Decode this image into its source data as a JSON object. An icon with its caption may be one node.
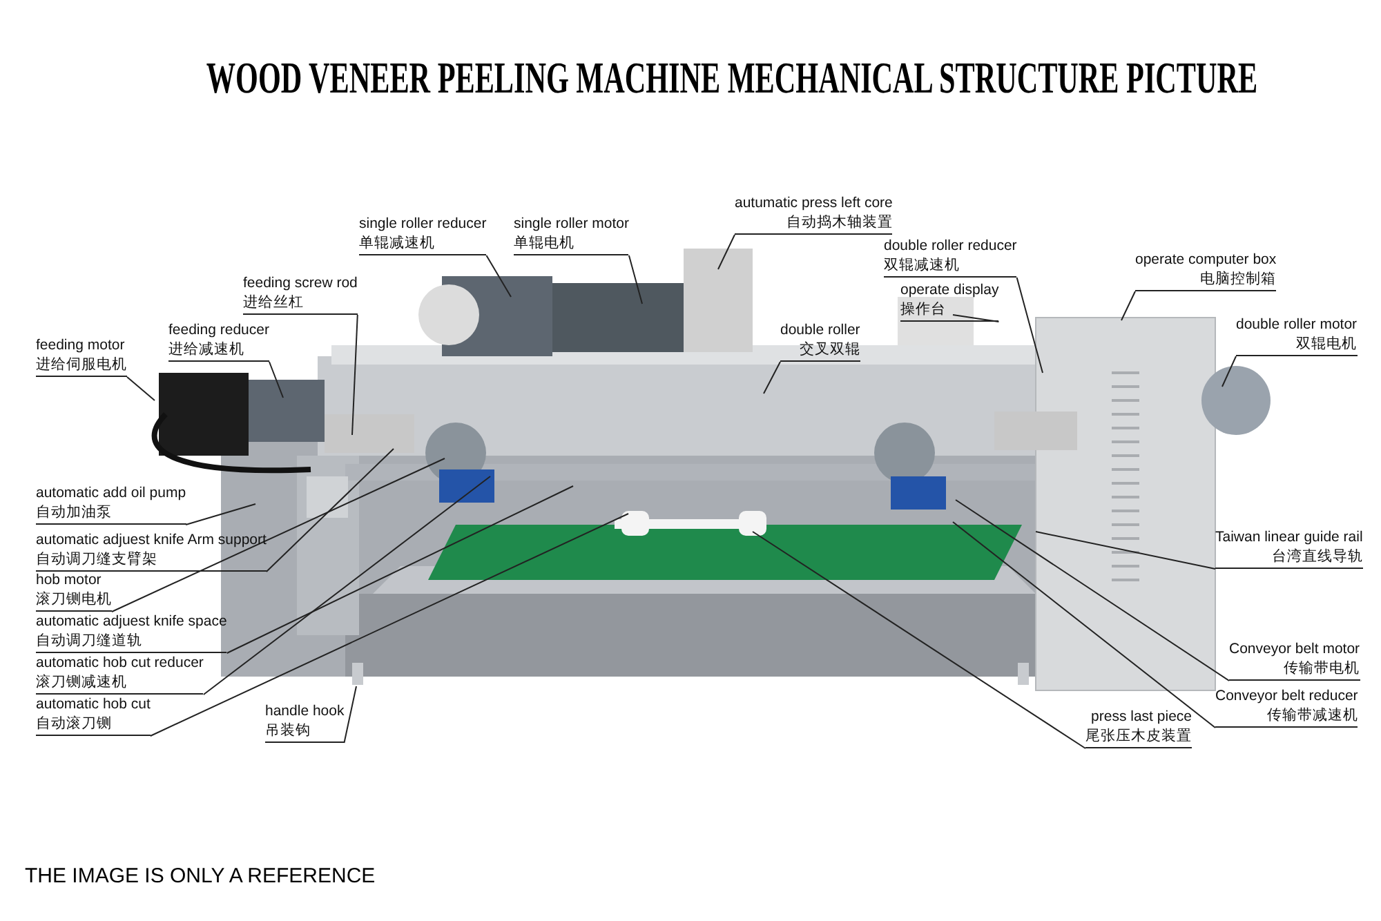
{
  "diagram": {
    "title": "WOOD VENEER PEELING MACHINE MECHANICAL STRUCTURE PICTURE",
    "nodes": [
      {
        "text": [
          "autumatic press left core",
          "自动捣木轴装置"
        ]
      },
      {
        "text": [
          "single roller reducer",
          "单辊减速机"
        ]
      },
      {
        "text": [
          "single roller motor",
          "单辊电机"
        ]
      },
      {
        "text": [
          "double roller reducer",
          "双辊减速机"
        ]
      },
      {
        "text": [
          "operate computer box",
          "电脑控制箱"
        ]
      },
      {
        "text": [
          "feeding screw rod",
          "进给丝杠"
        ]
      },
      {
        "text": [
          "operate display",
          "操作台"
        ]
      },
      {
        "text": [
          "double roller",
          "交叉双辊"
        ]
      },
      {
        "text": [
          "double roller motor",
          "双辊电机"
        ]
      },
      {
        "text": [
          "feeding motor",
          "进给伺服电机"
        ]
      },
      {
        "text": [
          "feeding reducer",
          "进给减速机"
        ]
      },
      {
        "text": [
          "automatic add oil pump",
          "自动加油泵"
        ]
      },
      {
        "text": [
          "automatic adjuest knife Arm support",
          "自动调刀缝支臂架"
        ]
      },
      {
        "text": [
          "hob motor",
          "滚刀铡电机"
        ]
      },
      {
        "text": [
          "automatic adjuest knife space",
          "自动调刀缝道轨"
        ]
      },
      {
        "text": [
          "automatic hob cut reducer",
          "滚刀铡减速机"
        ]
      },
      {
        "text": [
          "automatic hob cut",
          "自动滚刀铡"
        ]
      },
      {
        "text": [
          "handle hook",
          "吊装钩"
        ]
      },
      {
        "text": [
          "Taiwan linear guide rail",
          "台湾直线导轨"
        ]
      },
      {
        "text": [
          "Conveyor belt motor",
          "传输带电机"
        ]
      },
      {
        "text": [
          "Conveyor belt reducer",
          "传输带减速机"
        ]
      },
      {
        "text": [
          "press last piece",
          "尾张压木皮装置"
        ]
      }
    ],
    "edges": [
      {
        "from": 0,
        "to": null,
        "arrow": "none"
      },
      {
        "from": 1,
        "to": null,
        "arrow": "none"
      },
      {
        "from": 2,
        "to": null,
        "arrow": "none"
      },
      {
        "from": 3,
        "to": null,
        "arrow": "none"
      },
      {
        "from": 4,
        "to": null,
        "arrow": "none"
      },
      {
        "from": 5,
        "to": null,
        "arrow": "none"
      },
      {
        "from": 6,
        "to": null,
        "arrow": "none"
      },
      {
        "from": 7,
        "to": null,
        "arrow": "none"
      },
      {
        "from": 8,
        "to": null,
        "arrow": "none"
      },
      {
        "from": 9,
        "to": null,
        "arrow": "none"
      },
      {
        "from": 10,
        "to": null,
        "arrow": "none"
      },
      {
        "from": 11,
        "to": null,
        "arrow": "none"
      },
      {
        "from": 12,
        "to": null,
        "arrow": "none"
      },
      {
        "from": 13,
        "to": null,
        "arrow": "none"
      },
      {
        "from": 14,
        "to": null,
        "arrow": "none"
      },
      {
        "from": 15,
        "to": null,
        "arrow": "none"
      },
      {
        "from": 16,
        "to": null,
        "arrow": "none"
      },
      {
        "from": 17,
        "to": null,
        "arrow": "none"
      },
      {
        "from": 18,
        "to": null,
        "arrow": "none"
      },
      {
        "from": 19,
        "to": null,
        "arrow": "none"
      },
      {
        "from": 20,
        "to": null,
        "arrow": "none"
      },
      {
        "from": 21,
        "to": null,
        "arrow": "none"
      }
    ],
    "labels": [
      "THE IMAGE IS ONLY A REFERENCE"
    ]
  }
}
